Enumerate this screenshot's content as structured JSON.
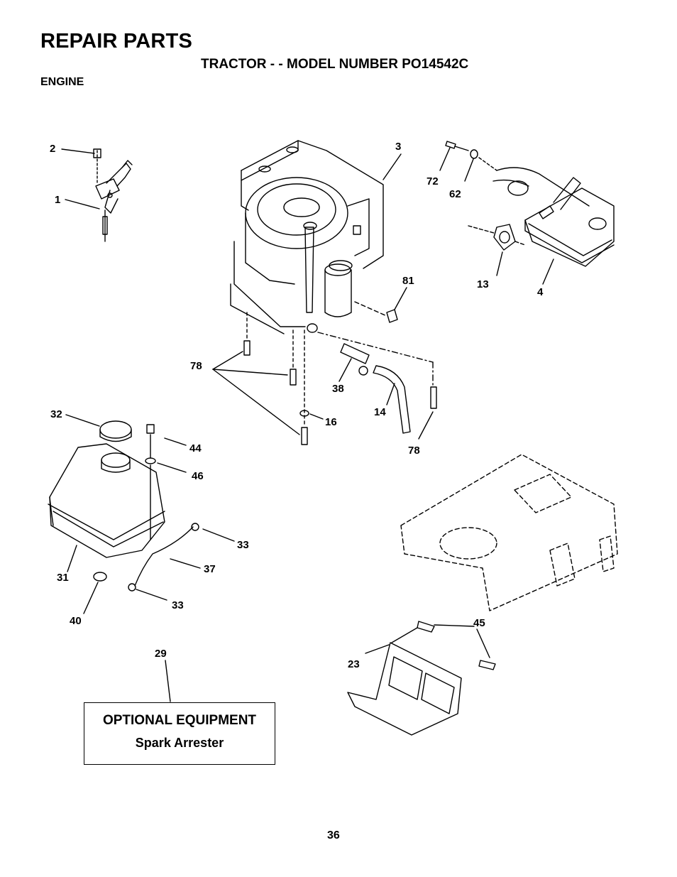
{
  "header": {
    "title": "REPAIR PARTS",
    "subtitle": "TRACTOR - - MODEL NUMBER PO14542C",
    "section": "ENGINE"
  },
  "callouts": {
    "c1": "1",
    "c2": "2",
    "c3": "3",
    "c4": "4",
    "c13": "13",
    "c14": "14",
    "c16": "16",
    "c23": "23",
    "c29": "29",
    "c31": "31",
    "c32": "32",
    "c33a": "33",
    "c33b": "33",
    "c37": "37",
    "c38": "38",
    "c40": "40",
    "c44": "44",
    "c45": "45",
    "c46": "46",
    "c62": "62",
    "c72": "72",
    "c78a": "78",
    "c78b": "78",
    "c81": "81"
  },
  "optional_box": {
    "title": "OPTIONAL EQUIPMENT",
    "item": "Spark Arrester"
  },
  "page_number": "36"
}
